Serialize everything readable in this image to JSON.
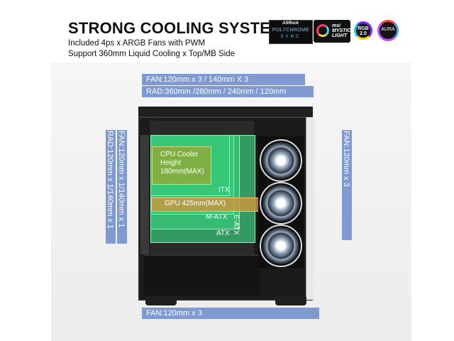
{
  "header": {
    "title": "STRONG COOLING SYSTEM",
    "subtitle_line1": "Included 4ps x ARGB Fans with PWM",
    "subtitle_line2": "Support 360mm Liquid Cooling x Top/MB Side"
  },
  "logos": {
    "asrock_brand": "ASRock",
    "asrock_line1": "POLYCHROME",
    "asrock_line2": "SYNC",
    "msi_line1": "msi",
    "msi_line2": "MYSTIC",
    "msi_line3": "LIGHT",
    "rgb_line1": "RGB",
    "rgb_line2": "2.0",
    "aura_line1": "AURA"
  },
  "labels": {
    "top_fan": "FAN:120mm x 3 / 140mm X 3",
    "top_rad": "RAD:360mm /280mm / 240mm / 120mm",
    "left_fan": "FAN:120mm x 1/140mm x 1",
    "left_rad": "RAD:120mm x 1/140mm x 1",
    "right_fan": "FAN:120mm x 3",
    "bottom_fan": "FAN:120mm x 3"
  },
  "overlay": {
    "cpu_line1": "CPU Cooler",
    "cpu_line2": "Height",
    "cpu_line3": "180mm(MAX)",
    "gpu": "GPU 425mm(MAX)",
    "itx": "ITX",
    "matx": "M-ATX",
    "atx": "ATX",
    "eatx": "E-ATX"
  },
  "colors": {
    "label_bg": "#7f9ad1",
    "motherboard_overlay": "#38c878",
    "gpu_overlay": "#cd963c",
    "case": "#1b1b1b"
  }
}
